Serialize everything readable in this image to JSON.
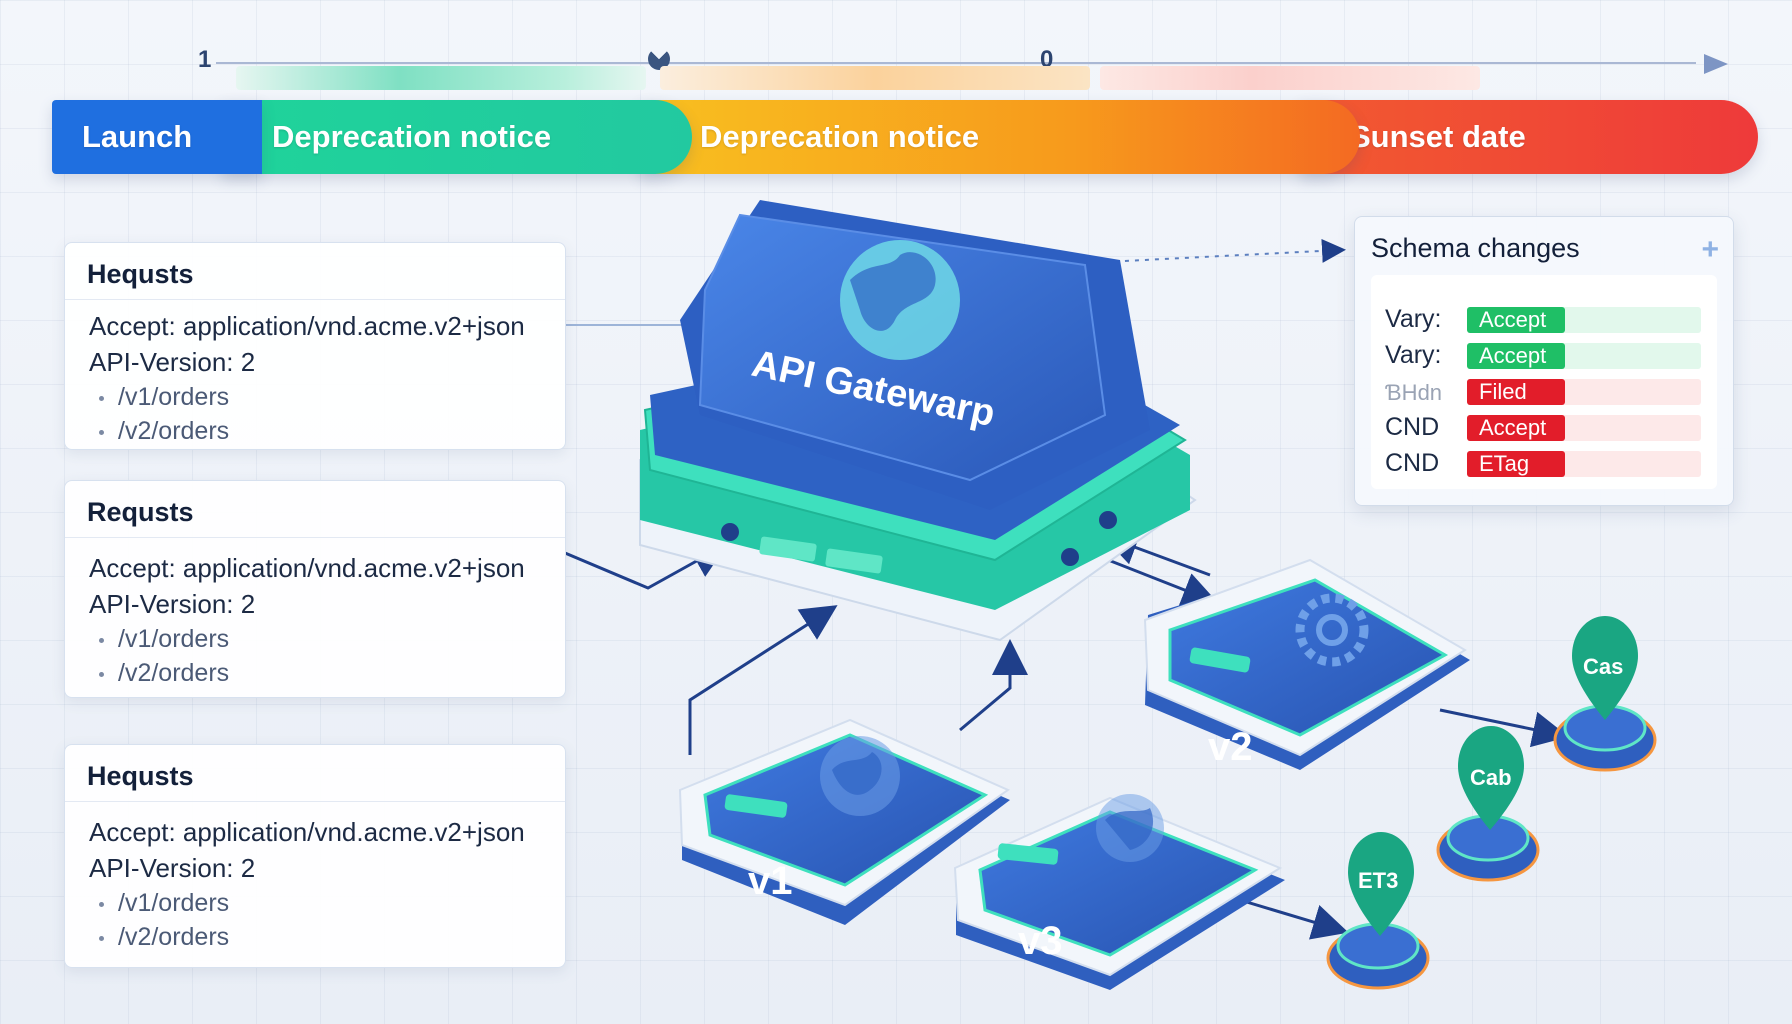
{
  "timeline": {
    "tick_labels": [
      "1",
      "0"
    ],
    "phases": [
      {
        "label": "Launch",
        "color": "#1f6fe0"
      },
      {
        "label": "Deprecation notice",
        "color": "#1fd39a"
      },
      {
        "label": "Deprecation notice",
        "color": "#f7a11f"
      },
      {
        "label": "Sunset date",
        "color": "#ee3a3a"
      }
    ]
  },
  "request_cards": [
    {
      "title": "Hequsts",
      "accept": "Accept: application/vnd.acme.v2+json",
      "version": "API-Version: 2",
      "items": [
        "/v1/orders",
        "/v2/orders"
      ]
    },
    {
      "title": "Requsts",
      "accept": "Accept: application/vnd.acme.v2+json",
      "version": "API-Version: 2",
      "items": [
        "/v1/orders",
        "/v2/orders"
      ]
    },
    {
      "title": "Hequsts",
      "accept": "Accept: application/vnd.acme.v2+json",
      "version": "API-Version: 2",
      "items": [
        "/v1/orders",
        "/v2/orders"
      ]
    }
  ],
  "gateway": {
    "label": "API Gatewarp",
    "icon": "globe-icon"
  },
  "schema_panel": {
    "title": "Schema changes",
    "rows": [
      {
        "key": "Vary:",
        "badge": "Accept",
        "status": "green"
      },
      {
        "key": "Vary:",
        "badge": "Accept",
        "status": "green"
      },
      {
        "key": "ƁHdn",
        "badge": "Filed",
        "status": "red"
      },
      {
        "key": "CND",
        "badge": "Accept",
        "status": "red"
      },
      {
        "key": "CND",
        "badge": "ETag",
        "status": "red"
      }
    ]
  },
  "nodes": [
    {
      "label": "v1",
      "icon": "globe-icon"
    },
    {
      "label": "v2",
      "icon": "gear-icon"
    },
    {
      "label": "v3",
      "icon": "globe-icon"
    }
  ],
  "pins": [
    "Cas",
    "Cab",
    "ET3"
  ],
  "colors": {
    "primary_blue": "#2f64c4",
    "teal": "#22d3b0",
    "green_badge": "#1fbf66",
    "red_badge": "#e21d2a"
  }
}
